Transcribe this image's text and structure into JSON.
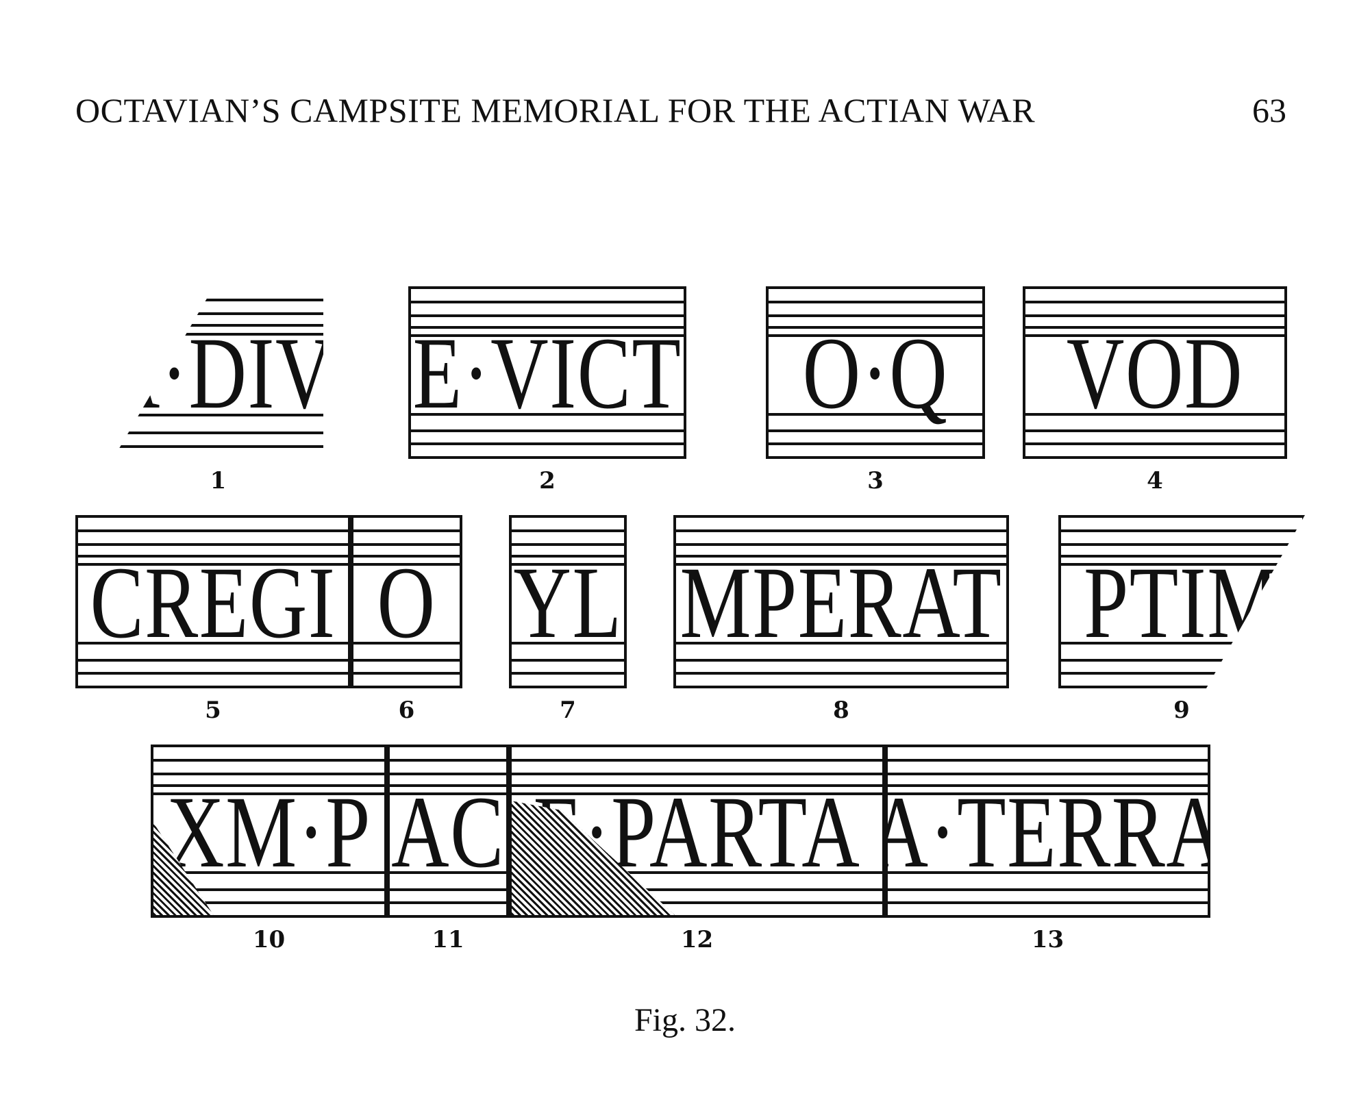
{
  "header": {
    "running_title": "OCTAVIAN’S CAMPSITE MEMORIAL FOR THE ACTIAN WAR",
    "page_number": "63"
  },
  "figure": {
    "caption": "Fig. 32.",
    "fragments": [
      {
        "number": "1",
        "text": "A·DIV"
      },
      {
        "number": "2",
        "text": "E·VICT"
      },
      {
        "number": "3",
        "text": "O·Q"
      },
      {
        "number": "4",
        "text": "VOD"
      },
      {
        "number": "5",
        "text": "CREGI"
      },
      {
        "number": "6",
        "text": "O"
      },
      {
        "number": "7",
        "text": "YL"
      },
      {
        "number": "8",
        "text": "MPERAT"
      },
      {
        "number": "9",
        "text": "PTIM"
      },
      {
        "number": "10",
        "text": "XM·P"
      },
      {
        "number": "11",
        "text": "AC"
      },
      {
        "number": "12",
        "text": "E·PARTA"
      },
      {
        "number": "13",
        "text": "A·TERRA"
      }
    ]
  }
}
